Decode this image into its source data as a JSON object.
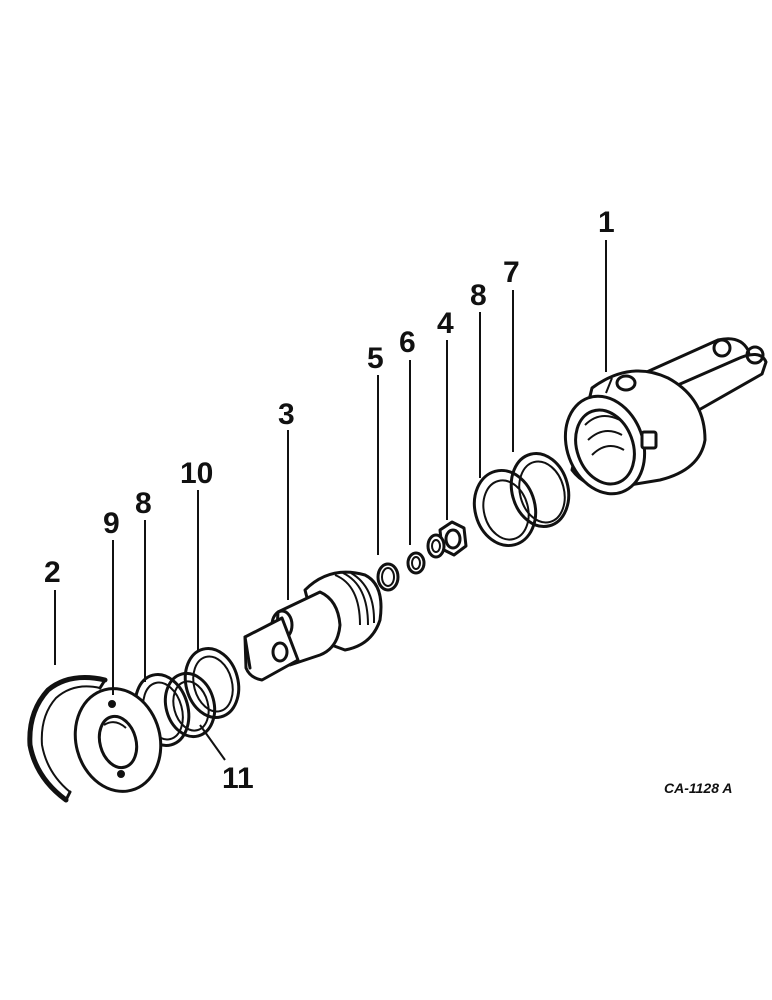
{
  "diagram": {
    "callouts": {
      "c1": "1",
      "c2": "2",
      "c3": "3",
      "c4": "4",
      "c5": "5",
      "c6": "6",
      "c7": "7",
      "c8a": "8",
      "c8b": "8",
      "c9": "9",
      "c10": "10",
      "c11": "11"
    },
    "reference": "CA-1128 A"
  }
}
